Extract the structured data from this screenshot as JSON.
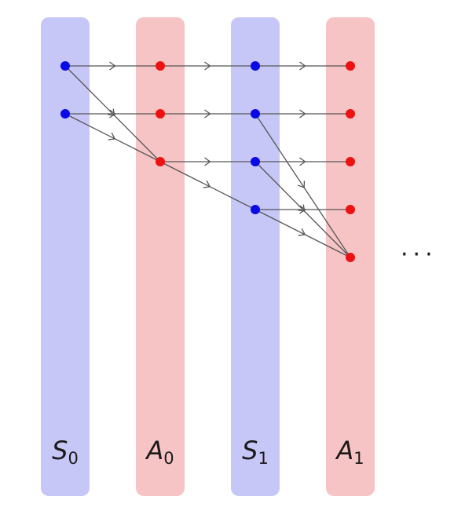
{
  "columns": [
    {
      "id": "S0",
      "main": "S",
      "sub": "0",
      "kind": "state"
    },
    {
      "id": "A0",
      "main": "A",
      "sub": "0",
      "kind": "action"
    },
    {
      "id": "S1",
      "main": "S",
      "sub": "1",
      "kind": "state"
    },
    {
      "id": "A1",
      "main": "A",
      "sub": "1",
      "kind": "action"
    }
  ],
  "colors": {
    "state_band": "#c7c7f7",
    "action_band": "#f7c4c6",
    "state_node": "#0a0ae6",
    "action_node": "#ee1111",
    "edge": "#555555"
  },
  "nodes": [
    {
      "id": "s0a",
      "col": 0,
      "row": 0
    },
    {
      "id": "s0b",
      "col": 0,
      "row": 1
    },
    {
      "id": "a0a",
      "col": 1,
      "row": 0
    },
    {
      "id": "a0b",
      "col": 1,
      "row": 1
    },
    {
      "id": "a0c",
      "col": 1,
      "row": 2
    },
    {
      "id": "s1a",
      "col": 2,
      "row": 0
    },
    {
      "id": "s1b",
      "col": 2,
      "row": 1
    },
    {
      "id": "s1c",
      "col": 2,
      "row": 2
    },
    {
      "id": "s1d",
      "col": 2,
      "row": 3
    },
    {
      "id": "a1a",
      "col": 3,
      "row": 0
    },
    {
      "id": "a1b",
      "col": 3,
      "row": 1
    },
    {
      "id": "a1c",
      "col": 3,
      "row": 2
    },
    {
      "id": "a1d",
      "col": 3,
      "row": 3
    },
    {
      "id": "a1e",
      "col": 3,
      "row": 4
    }
  ],
  "edges": [
    [
      "s0a",
      "a0a"
    ],
    [
      "s0a",
      "a0c"
    ],
    [
      "s0b",
      "a0b"
    ],
    [
      "s0b",
      "a0c"
    ],
    [
      "a0a",
      "s1a"
    ],
    [
      "a0b",
      "s1b"
    ],
    [
      "a0c",
      "s1c"
    ],
    [
      "a0c",
      "s1d"
    ],
    [
      "s1a",
      "a1a"
    ],
    [
      "s1b",
      "a1b"
    ],
    [
      "s1b",
      "a1e"
    ],
    [
      "s1c",
      "a1c"
    ],
    [
      "s1c",
      "a1e"
    ],
    [
      "s1d",
      "a1d"
    ],
    [
      "s1d",
      "a1e"
    ]
  ],
  "ellipsis": "···"
}
